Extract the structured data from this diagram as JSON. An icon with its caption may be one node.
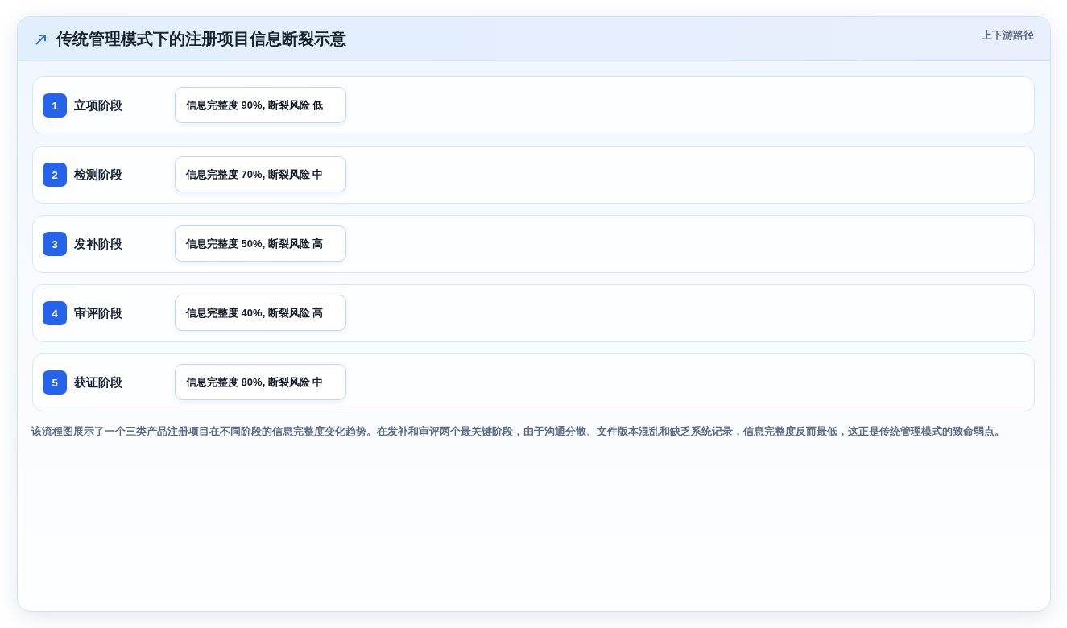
{
  "diagram": {
    "title": "传统管理模式下的注册项目信息断裂示意",
    "caption": "该流程图展示了一个三类产品注册项目在不同阶段的信息完整度变化趋势。在发补和审评两个最关键阶段，由于沟通分散、文件版本混乱和缺乏系统记录，信息完整度反而最低，这正是传统管理模式的致命弱点。",
    "nodes": [
      {
        "text": [
          "立项阶段"
        ]
      },
      {
        "text": [
          "1"
        ],
        "in": 0
      },
      {
        "text": [
          "信息完整度 90%, 断裂风险 低"
        ],
        "in": 0
      },
      {
        "text": [
          "检测阶段"
        ]
      },
      {
        "text": [
          "2"
        ],
        "in": 3
      },
      {
        "text": [
          "信息完整度 70%, 断裂风险 中"
        ],
        "in": 3
      },
      {
        "text": [
          "发补阶段"
        ]
      },
      {
        "text": [
          "3"
        ],
        "in": 6
      },
      {
        "text": [
          "信息完整度 50%, 断裂风险 高"
        ],
        "in": 6
      },
      {
        "text": [
          "审评阶段"
        ]
      },
      {
        "text": [
          "4"
        ],
        "in": 9
      },
      {
        "text": [
          "信息完整度 40%, 断裂风险 高"
        ],
        "in": 9
      },
      {
        "text": [
          "获证阶段"
        ]
      },
      {
        "text": [
          "5"
        ],
        "in": 12
      },
      {
        "text": [
          "信息完整度 80%, 断裂风险 中"
        ],
        "in": 12
      }
    ],
    "labels": [
      "上下游路径"
    ]
  }
}
